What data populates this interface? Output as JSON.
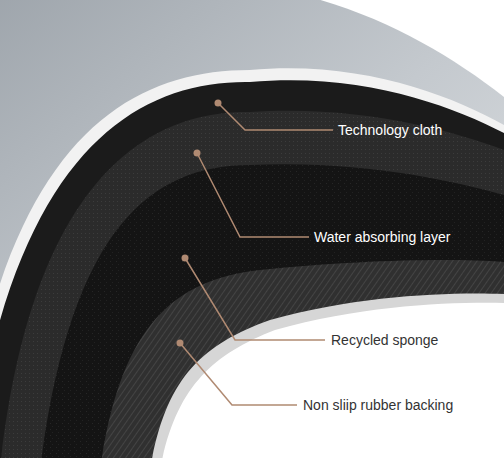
{
  "diagram": {
    "labels": [
      "Technology cloth",
      "Water absorbing layer",
      "Recycled sponge",
      "Non sliip rubber backing"
    ]
  }
}
